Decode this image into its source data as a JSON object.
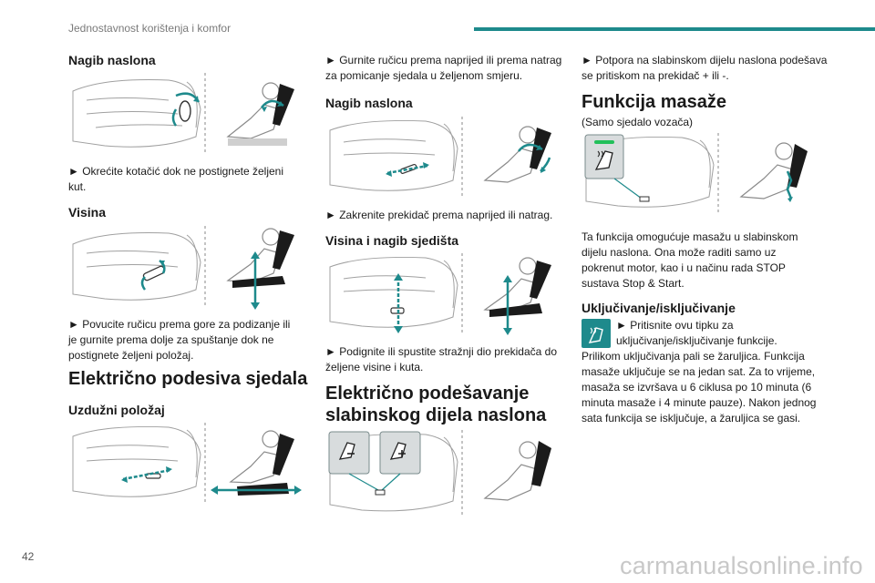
{
  "header": {
    "section": "Jednostavnost korištenja i komfor"
  },
  "footer": {
    "page": "42",
    "watermark": "carmanualsonline.info"
  },
  "col1": {
    "s1": {
      "title": "Nagib naslona",
      "text": "► Okrećite kotačić dok ne postignete željeni kut."
    },
    "s2": {
      "title": "Visina",
      "text": "► Povucite ručicu prema gore za podizanje ili je gurnite prema dolje za spuštanje dok ne postignete željeni položaj."
    },
    "s3": {
      "title": "Električno podesiva sjedala"
    },
    "s4": {
      "title": "Uzdužni položaj"
    }
  },
  "col2": {
    "intro": "► Gurnite ručicu prema naprijed ili prema natrag za pomicanje sjedala u željenom smjeru.",
    "s1": {
      "title": "Nagib naslona",
      "text": "► Zakrenite prekidač prema naprijed ili natrag."
    },
    "s2": {
      "title": "Visina i nagib sjedišta",
      "text": "► Podignite ili spustite stražnji dio prekidača do željene visine i kuta."
    },
    "s3": {
      "title": "Električno podešavanje slabinskog dijela naslona"
    }
  },
  "col3": {
    "intro": "► Potpora na slabinskom dijelu naslona podešava se pritiskom na prekidač + ili -.",
    "s1": {
      "title": "Funkcija masaže",
      "subtitle": "(Samo sjedalo vozača)",
      "text": "Ta funkcija omogućuje masažu u slabinskom dijelu naslona. Ona može raditi samo uz pokrenut motor, kao i u načinu rada STOP sustava Stop & Start."
    },
    "s2": {
      "title": "Uključivanje/isključivanje",
      "bullet": "► Pritisnite ovu tipku za uključivanje/isključivanje funkcije.",
      "body": "Prilikom uključivanja pali se žaruljica. Funkcija masaže uključuje se na jedan sat. Za to vrijeme, masaža se izvršava u 6 ciklusa po 10 minuta (6 minuta masaže i 4 minute pauze). Nakon jednog sata funkcija se isključuje, a žaruljica se gasi."
    }
  },
  "colors": {
    "accent": "#1e8a8c"
  },
  "icons": [
    "seat-recline-icon",
    "seat-height-icon",
    "seat-longitudinal-icon",
    "lumbar-button-icon",
    "massage-button-icon"
  ]
}
